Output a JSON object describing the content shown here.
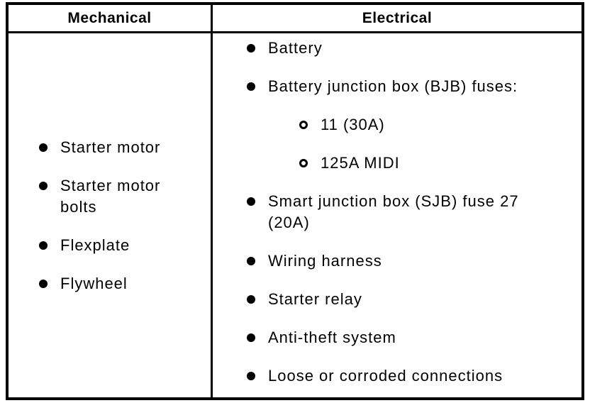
{
  "table": {
    "columns": [
      {
        "id": "mechanical",
        "header": "Mechanical",
        "items": [
          {
            "text": "Starter motor"
          },
          {
            "text": "Starter motor bolts"
          },
          {
            "text": "Flexplate"
          },
          {
            "text": "Flywheel"
          }
        ]
      },
      {
        "id": "electrical",
        "header": "Electrical",
        "items": [
          {
            "text": "Battery"
          },
          {
            "text": "Battery junction box (BJB) fuses:",
            "sub_items": [
              {
                "text": "11 (30A)"
              },
              {
                "text": "125A MIDI"
              }
            ]
          },
          {
            "text": "Smart junction box (SJB) fuse 27 (20A)"
          },
          {
            "text": "Wiring harness"
          },
          {
            "text": "Starter relay"
          },
          {
            "text": "Anti-theft system"
          },
          {
            "text": "Loose or corroded connections"
          }
        ]
      }
    ],
    "colors": {
      "border": "#000000",
      "text": "#000000",
      "background": "#ffffff"
    }
  }
}
